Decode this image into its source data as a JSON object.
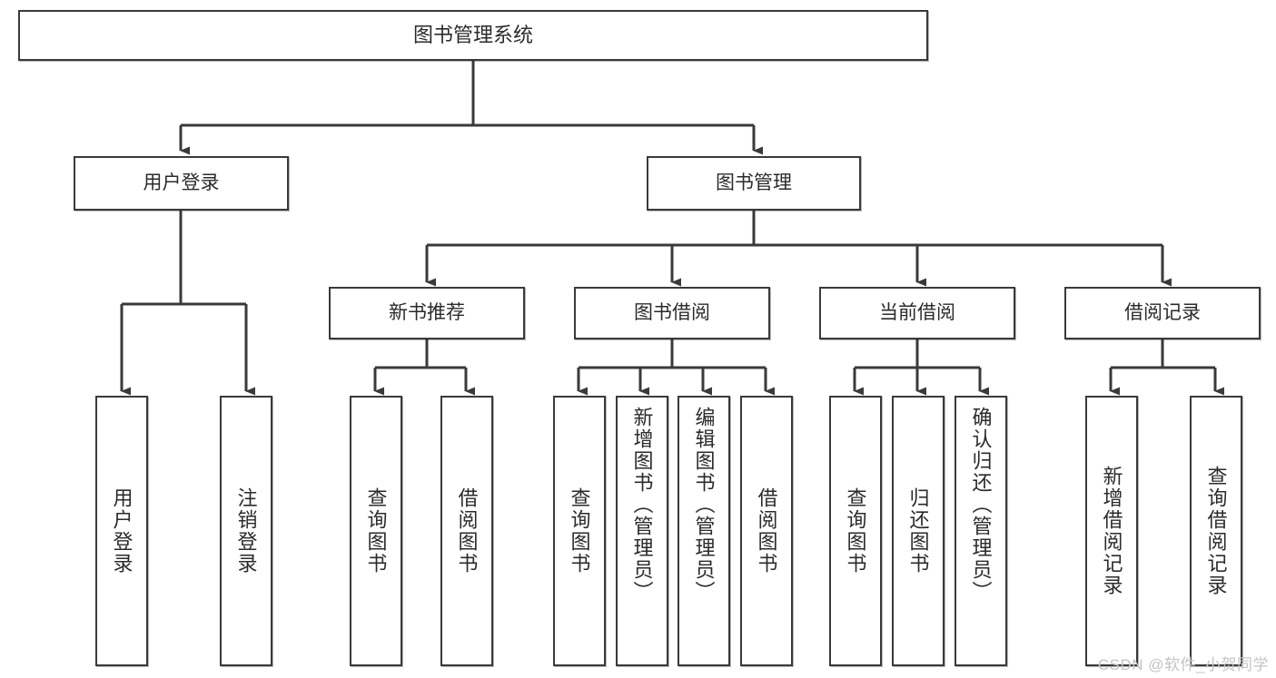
{
  "diagram": {
    "type": "hierarchy-tree",
    "title": "图书管理系统",
    "watermark": "CSDN @软件_小贺同学",
    "colors": {
      "box_border": "#3a3a3a",
      "box_fill": "#ffffff",
      "connector": "#3a3a3a",
      "text": "#2b2b2b",
      "watermark": "#c4c4c4",
      "background": "#ffffff"
    },
    "root": {
      "label": "图书管理系统"
    },
    "level2": [
      {
        "label": "用户登录"
      },
      {
        "label": "图书管理"
      }
    ],
    "level3": [
      {
        "label": "新书推荐"
      },
      {
        "label": "图书借阅"
      },
      {
        "label": "当前借阅"
      },
      {
        "label": "借阅记录"
      }
    ],
    "leaves": {
      "user_login": [
        {
          "label": "用户登录"
        },
        {
          "label": "注销登录"
        }
      ],
      "new_book_recommend": [
        {
          "label": "查询图书"
        },
        {
          "label": "借阅图书"
        }
      ],
      "book_borrow": [
        {
          "label": "查询图书"
        },
        {
          "label": "新增图书（管理员）"
        },
        {
          "label": "编辑图书（管理员）"
        },
        {
          "label": "借阅图书"
        }
      ],
      "current_borrow": [
        {
          "label": "查询图书"
        },
        {
          "label": "归还图书"
        },
        {
          "label": "确认归还（管理员）"
        }
      ],
      "borrow_records": [
        {
          "label": "新增借阅记录"
        },
        {
          "label": "查询借阅记录"
        }
      ]
    }
  }
}
